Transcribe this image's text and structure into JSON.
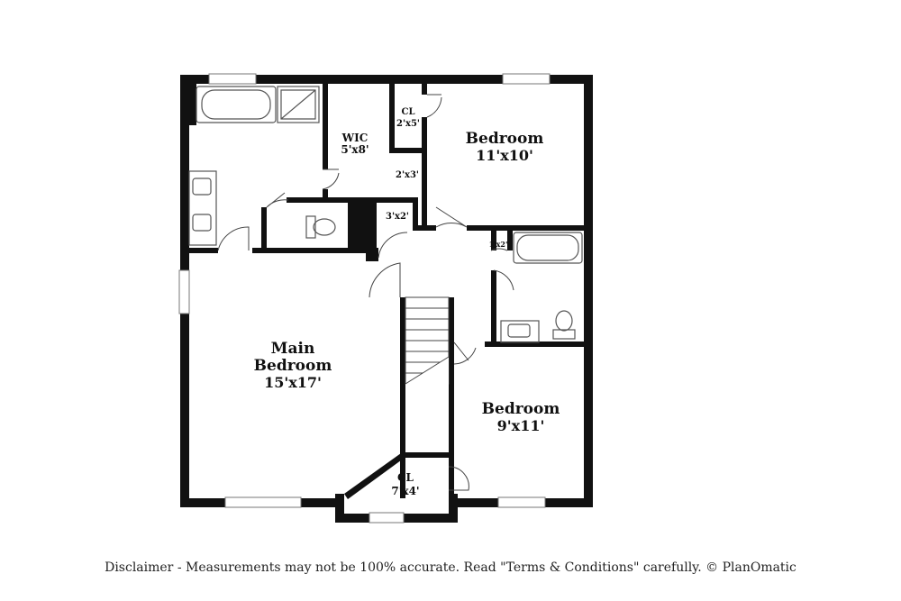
{
  "rooms": {
    "main_bedroom": {
      "line1": "Main",
      "line2": "Bedroom",
      "size": "15'x17'"
    },
    "bedroom_ne": {
      "name": "Bedroom",
      "size": "11'x10'"
    },
    "bedroom_se": {
      "name": "Bedroom",
      "size": "9'x11'"
    },
    "wic": {
      "name": "WIC",
      "size": "5'x8'"
    },
    "closet_top": {
      "name": "CL",
      "size": "2'x5'"
    },
    "closet_bottom": {
      "name": "CL",
      "size": "7'x4'"
    },
    "closet_2x3": {
      "size": "2'x3'"
    },
    "closet_3x2": {
      "size": "3'x2'"
    },
    "closet_1x2": {
      "size": "1'x2'"
    }
  },
  "colors": {
    "wall": "#111111",
    "fixture": "#555555",
    "background": "#ffffff"
  },
  "disclaimer": "Disclaimer - Measurements may not be 100% accurate. Read \"Terms & Conditions\" carefully. © PlanOmatic"
}
